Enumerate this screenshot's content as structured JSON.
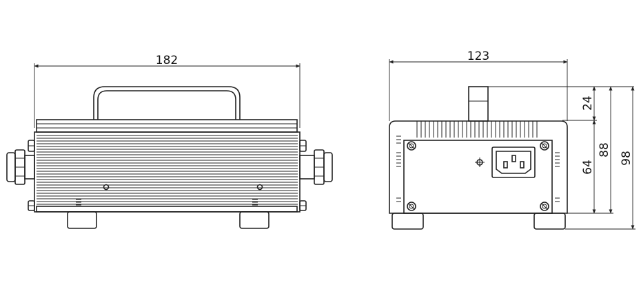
{
  "dimensions": {
    "front_width": "182",
    "side_width": "123",
    "handle_height": "24",
    "body_height": "64",
    "height_without_feet": "88",
    "total_height": "98"
  },
  "colors": {
    "line": "#222222",
    "background": "#ffffff"
  },
  "icons": {
    "front_view": "charger-front-view",
    "side_view": "charger-side-view",
    "power_inlet": "iec-c14-inlet-icon",
    "ground_symbol": "ground-screw-icon",
    "cable_gland": "cable-gland-icon",
    "screw": "screw-icon"
  }
}
